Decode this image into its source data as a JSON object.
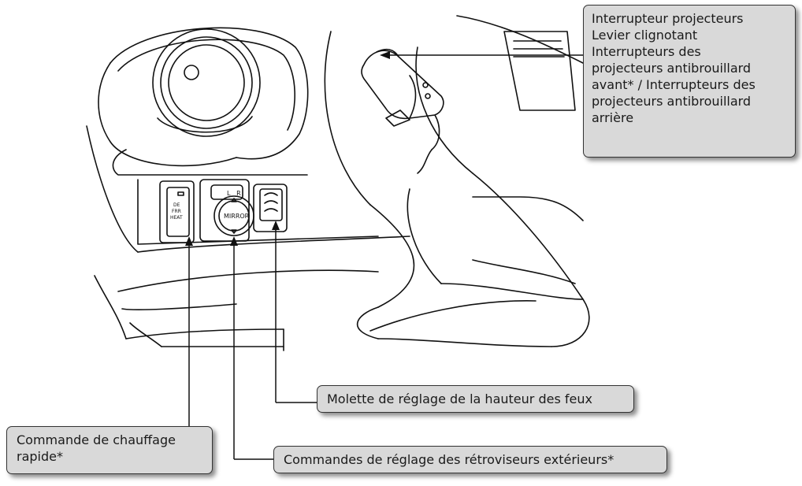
{
  "callouts": {
    "lights": {
      "lines": [
        "Interrupteur projecteurs",
        "Levier clignotant",
        "Interrupteurs des",
        "projecteurs antibrouillard",
        "avant* / Interrupteurs des",
        "projecteurs antibrouillard",
        "arrière"
      ]
    },
    "level": {
      "text": "Molette de réglage de la hauteur des feux"
    },
    "heat": {
      "lines": [
        "Commande de chauffage",
        "rapide*"
      ]
    },
    "mirror": {
      "text": "Commandes de réglage des rétroviseurs extérieurs*"
    }
  },
  "panel_labels": {
    "mirror_switch": "MIRROR",
    "mirror_select": "L   R",
    "heat_switch": [
      "DE",
      "FRR",
      "HEAT"
    ]
  },
  "colors": {
    "callout_fill": "#d9d9d9",
    "callout_border": "#333333",
    "line_art": "#111111"
  }
}
